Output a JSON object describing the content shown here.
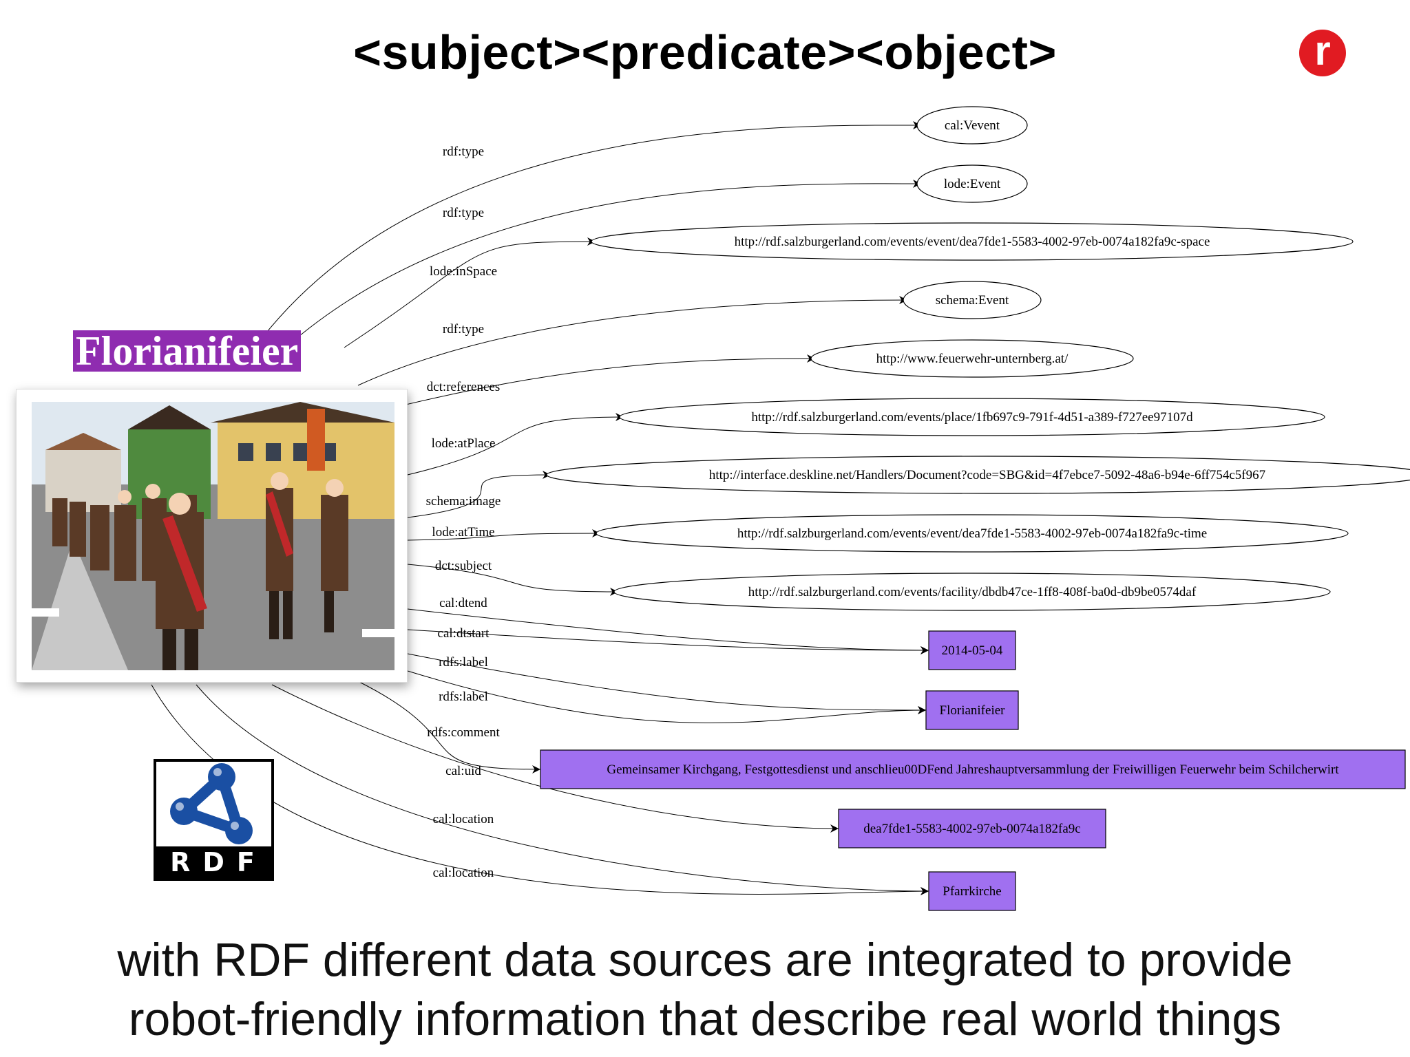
{
  "title": "<subject><predicate><object>",
  "subject_label": "Florianifeier",
  "rdf_logo_text": "RDF",
  "caption": {
    "line1": "with RDF different data sources are integrated to provide",
    "line2": "robot-friendly information that describe real world things"
  },
  "colors": {
    "literal_fill": "#a070f0",
    "label_bg": "#8f2cb0",
    "logo_red": "#e11b22",
    "rdf_blue": "#1a4fa3"
  },
  "icons": {
    "brand_logo": "r-circle-logo-icon",
    "rdf_logo": "rdf-molecule-icon",
    "photo": "parade-photo"
  },
  "nodes": [
    {
      "id": "n1",
      "kind": "uri",
      "label": "cal:Vevent"
    },
    {
      "id": "n2",
      "kind": "uri",
      "label": "lode:Event"
    },
    {
      "id": "n3",
      "kind": "uri",
      "label": "http://rdf.salzburgerland.com/events/event/dea7fde1-5583-4002-97eb-0074a182fa9c-space"
    },
    {
      "id": "n4",
      "kind": "uri",
      "label": "schema:Event"
    },
    {
      "id": "n5",
      "kind": "uri",
      "label": "http://www.feuerwehr-unternberg.at/"
    },
    {
      "id": "n6",
      "kind": "uri",
      "label": "http://rdf.salzburgerland.com/events/place/1fb697c9-791f-4d51-a389-f727ee97107d"
    },
    {
      "id": "n7",
      "kind": "uri",
      "label": "http://interface.deskline.net/Handlers/Document?code=SBG&id=4f7ebce7-5092-48a6-b94e-6ff754c5f967"
    },
    {
      "id": "n8",
      "kind": "uri",
      "label": "http://rdf.salzburgerland.com/events/event/dea7fde1-5583-4002-97eb-0074a182fa9c-time"
    },
    {
      "id": "n9",
      "kind": "uri",
      "label": "http://rdf.salzburgerland.com/events/facility/dbdb47ce-1ff8-408f-ba0d-db9be0574daf"
    },
    {
      "id": "n10",
      "kind": "literal",
      "label": "2014-05-04"
    },
    {
      "id": "n11",
      "kind": "literal",
      "label": "Florianifeier"
    },
    {
      "id": "n12",
      "kind": "literal",
      "label": "Gemeinsamer Kirchgang, Festgottesdienst und anschlieu00DFend Jahreshauptversammlung der Freiwilligen Feuerwehr beim Schilcherwirt"
    },
    {
      "id": "n13",
      "kind": "literal",
      "label": "dea7fde1-5583-4002-97eb-0074a182fa9c"
    },
    {
      "id": "n14",
      "kind": "literal",
      "label": "Pfarrkirche"
    }
  ],
  "edges": [
    {
      "label": "rdf:type",
      "target": "n1"
    },
    {
      "label": "rdf:type",
      "target": "n2"
    },
    {
      "label": "lode:inSpace",
      "target": "n3"
    },
    {
      "label": "rdf:type",
      "target": "n4"
    },
    {
      "label": "dct:references",
      "target": "n5"
    },
    {
      "label": "lode:atPlace",
      "target": "n6"
    },
    {
      "label": "schema:image",
      "target": "n7"
    },
    {
      "label": "lode:atTime",
      "target": "n8"
    },
    {
      "label": "dct:subject",
      "target": "n9"
    },
    {
      "label": "cal:dtend",
      "target": "n10"
    },
    {
      "label": "cal:dtstart",
      "target": "n10"
    },
    {
      "label": "rdfs:label",
      "target": "n11"
    },
    {
      "label": "rdfs:label",
      "target": "n11"
    },
    {
      "label": "rdfs:comment",
      "target": "n12"
    },
    {
      "label": "cal:uid",
      "target": "n13"
    },
    {
      "label": "cal:location",
      "target": "n14"
    },
    {
      "label": "cal:location",
      "target": "n14"
    }
  ]
}
